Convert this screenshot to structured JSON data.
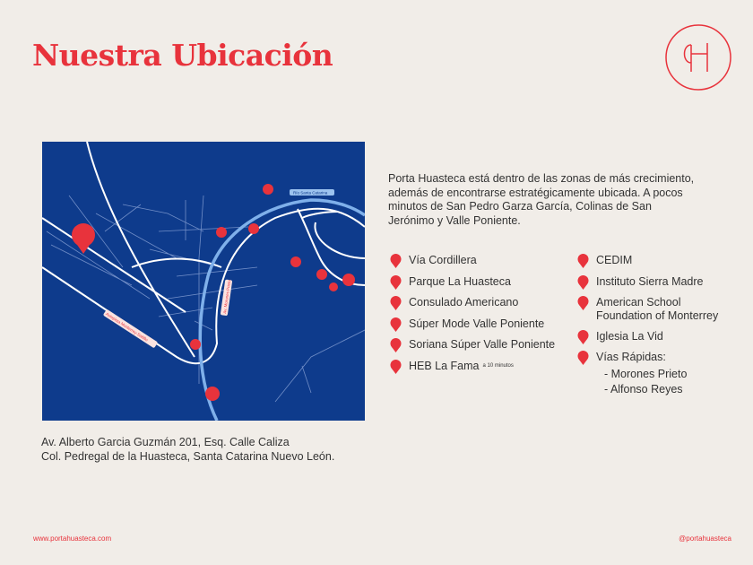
{
  "title": "Nuestra Ubicación",
  "brand_color": "#e8333c",
  "map": {
    "labels": {
      "river": "Río Santa Catarina",
      "morones": "Av. Morones Prieto",
      "autopista": "Autopista Monterrey-Saltillo"
    }
  },
  "address": [
    "Av. Alberto Garcia Guzmán 201, Esq. Calle Caliza",
    "Col. Pedregal de la Huasteca, Santa Catarina Nuevo León."
  ],
  "intro": "Porta Huasteca está dentro de las zonas de más crecimiento, además de encontrarse estratégicamente ubicada. A pocos minutos de San Pedro Garza García, Colinas de San Jerónimo y Valle Poniente.",
  "left_list": [
    {
      "label": "Vía Cordillera",
      "icon": "store-pin-icon"
    },
    {
      "label": "Parque La Huasteca",
      "icon": "tree-pin-icon"
    },
    {
      "label": "Consulado Americano",
      "icon": "building-pin-icon"
    },
    {
      "label": "Súper Mode Valle Poniente",
      "icon": "cart-pin-icon"
    },
    {
      "label": "Soriana Súper Valle Poniente",
      "icon": "cart-pin-icon"
    },
    {
      "label": "HEB La Fama",
      "note": "a 10 minutos",
      "icon": "cart-pin-icon"
    }
  ],
  "right_list": [
    {
      "label": "CEDIM",
      "icon": "school-pin-icon"
    },
    {
      "label": "Instituto Sierra Madre",
      "icon": "school-pin-icon"
    },
    {
      "label": "American School Foundation of Monterrey",
      "icon": "school-pin-icon"
    },
    {
      "label": "Iglesia La Vid",
      "icon": "church-pin-icon"
    },
    {
      "label": "Vías Rápidas:",
      "icon": "road-pin-icon"
    }
  ],
  "roads": [
    "- Morones Prieto",
    "- Alfonso Reyes"
  ],
  "footer": {
    "website": "www.portahuasteca.com",
    "handle": "@portahuasteca"
  }
}
